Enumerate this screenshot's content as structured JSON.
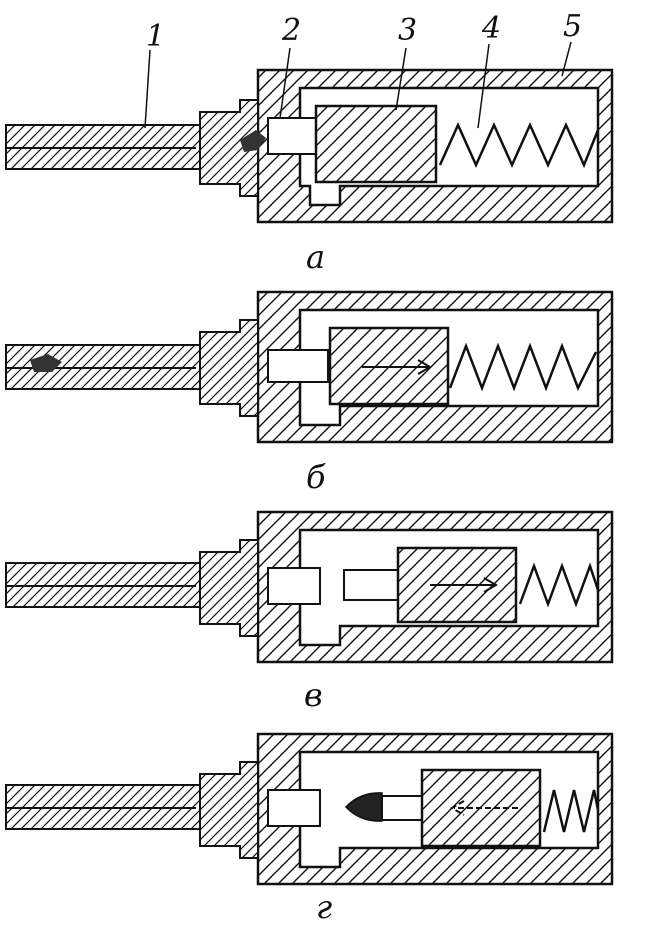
{
  "part_labels": [
    "1",
    "2",
    "3",
    "4",
    "5"
  ],
  "stages": [
    {
      "caption": "а"
    },
    {
      "caption": "б"
    },
    {
      "caption": "в"
    },
    {
      "caption": "г"
    }
  ],
  "colors": {
    "ink": "#111111",
    "background": "#ffffff"
  }
}
